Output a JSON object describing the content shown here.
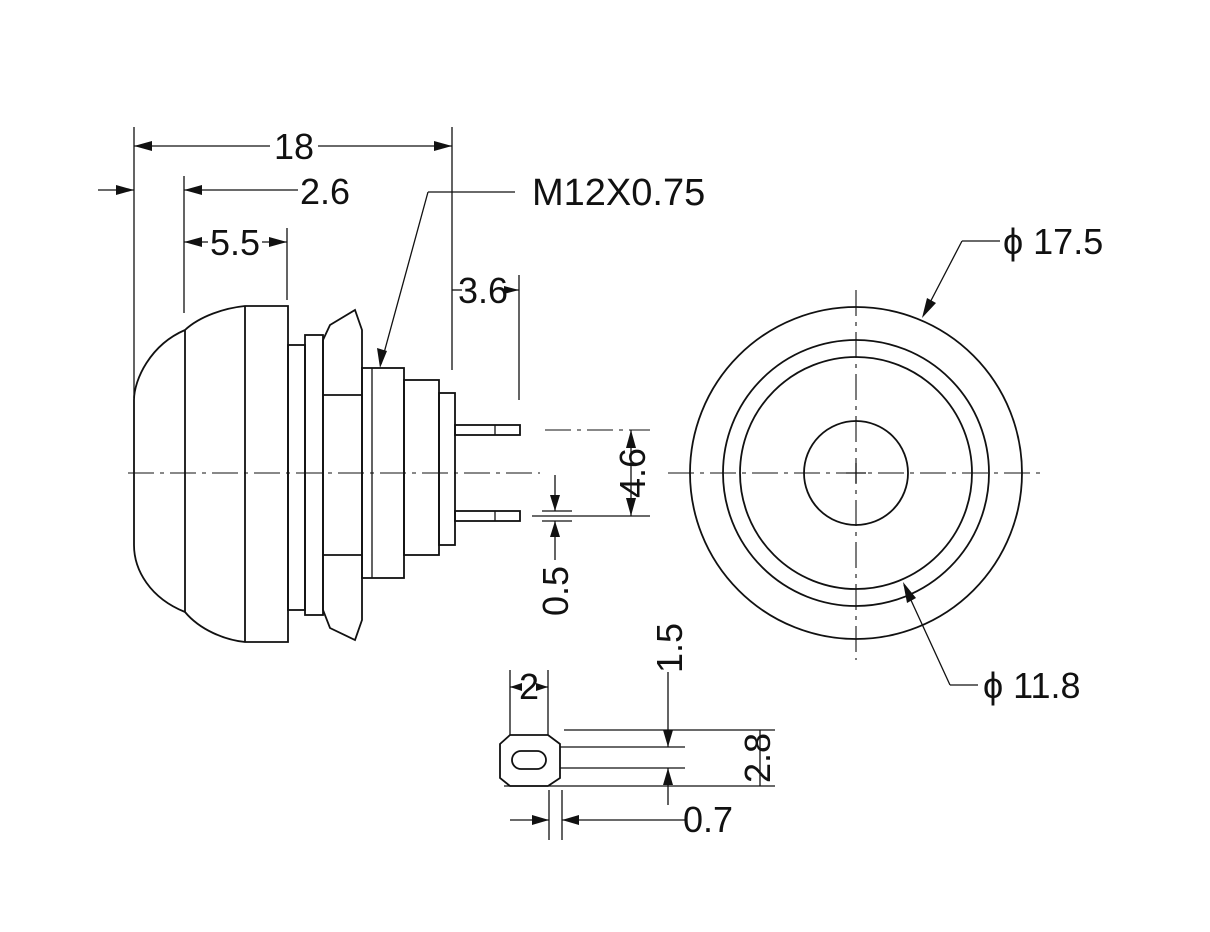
{
  "dimensions": {
    "overall_length": "18",
    "cap_length": "2.6",
    "cap_offset": "5.5",
    "thread_spec": "M12X0.75",
    "terminal_length": "3.6",
    "terminal_spacing": "4.6",
    "terminal_thickness": "0.5",
    "outer_diameter": "ϕ 17.5",
    "inner_diameter": "ϕ 11.8",
    "tab_width": "2",
    "hole_height": "1.5",
    "tab_height": "2.8",
    "tab_thickness": "0.7"
  }
}
